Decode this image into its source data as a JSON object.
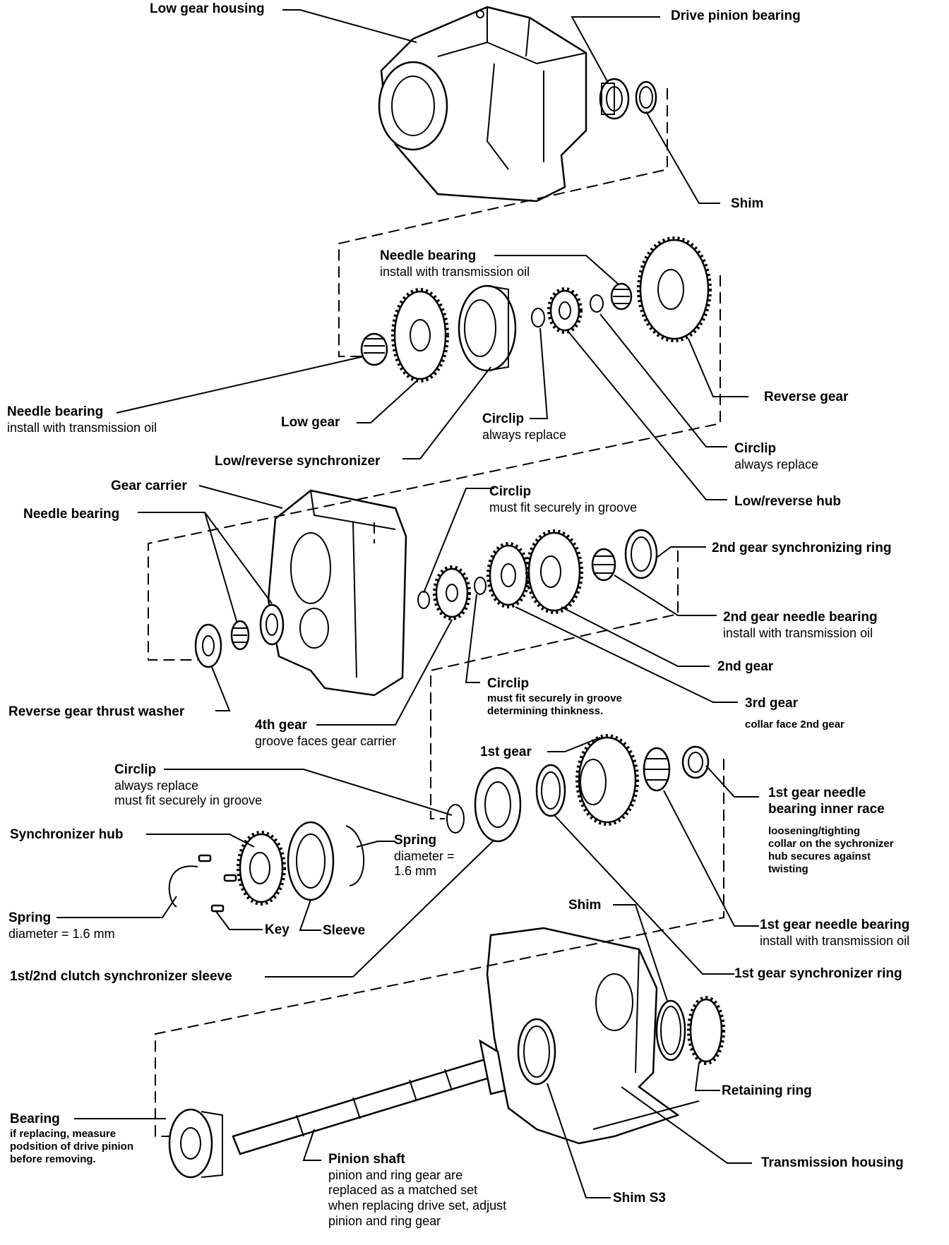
{
  "labels": [
    {
      "id": "low-gear-housing",
      "title": "Low gear housing",
      "note": ""
    },
    {
      "id": "drive-pinion-bearing",
      "title": "Drive pinion bearing",
      "note": ""
    },
    {
      "id": "shim-top",
      "title": "Shim",
      "note": ""
    },
    {
      "id": "needle-bearing-top",
      "title": "Needle bearing",
      "note": "install with transmission oil"
    },
    {
      "id": "needle-bearing-left",
      "title": "Needle bearing",
      "note": "install with transmission oil"
    },
    {
      "id": "low-gear",
      "title": "Low gear",
      "note": ""
    },
    {
      "id": "circlip-1",
      "title": "Circlip",
      "note": "always replace"
    },
    {
      "id": "reverse-gear",
      "title": "Reverse gear",
      "note": ""
    },
    {
      "id": "circlip-2",
      "title": "Circlip",
      "note": "always replace"
    },
    {
      "id": "low-reverse-synchronizer",
      "title": "Low/reverse synchronizer",
      "note": ""
    },
    {
      "id": "low-reverse-hub",
      "title": "Low/reverse hub",
      "note": ""
    },
    {
      "id": "gear-carrier",
      "title": "Gear carrier",
      "note": ""
    },
    {
      "id": "circlip-3",
      "title": "Circlip",
      "note": "must fit securely in groove"
    },
    {
      "id": "needle-bearing-carrier",
      "title": "Needle bearing",
      "note": ""
    },
    {
      "id": "2nd-gear-sync-ring",
      "title": "2nd gear synchronizing ring",
      "note": ""
    },
    {
      "id": "2nd-gear-needle-bearing",
      "title": "2nd gear needle bearing",
      "note": "install with transmission oil"
    },
    {
      "id": "2nd-gear",
      "title": "2nd gear",
      "note": ""
    },
    {
      "id": "circlip-4",
      "title": "Circlip",
      "note_lines": [
        "must fit securely in groove",
        "determining thinkness."
      ]
    },
    {
      "id": "3rd-gear",
      "title": "3rd gear",
      "note": ""
    },
    {
      "id": "3rd-gear-note",
      "title": "",
      "note": "collar face 2nd gear"
    },
    {
      "id": "reverse-gear-thrust-washer",
      "title": "Reverse gear thrust washer",
      "note": ""
    },
    {
      "id": "4th-gear",
      "title": "4th gear",
      "note": "groove faces gear carrier"
    },
    {
      "id": "1st-gear",
      "title": "1st gear",
      "note": ""
    },
    {
      "id": "circlip-5",
      "title": "Circlip",
      "note_lines": [
        "always replace",
        "must fit securely in groove"
      ]
    },
    {
      "id": "1st-gear-needle-bearing-inner-race",
      "title_lines": [
        "1st gear needle",
        "bearing inner race"
      ],
      "note_lines": [
        "loosening/tighting",
        "collar on the sychronizer",
        "hub secures against",
        "twisting"
      ]
    },
    {
      "id": "synchronizer-hub",
      "title": "Synchronizer hub",
      "note": ""
    },
    {
      "id": "spring-right",
      "title": "Spring",
      "note_lines": [
        "diameter =",
        "1.6 mm"
      ]
    },
    {
      "id": "spring-left",
      "title": "Spring",
      "note": "diameter = 1.6 mm"
    },
    {
      "id": "key",
      "title": "Key",
      "note": ""
    },
    {
      "id": "sleeve",
      "title": "Sleeve",
      "note": ""
    },
    {
      "id": "shim-mid",
      "title": "Shim",
      "note": ""
    },
    {
      "id": "1st-gear-needle-bearing",
      "title": "1st gear needle bearing",
      "note": "install with transmission oil"
    },
    {
      "id": "1st-2nd-clutch-sync-sleeve",
      "title": "1st/2nd clutch synchronizer sleeve",
      "note": ""
    },
    {
      "id": "1st-gear-sync-ring",
      "title": "1st gear synchronizer ring",
      "note": ""
    },
    {
      "id": "retaining-ring",
      "title": "Retaining ring",
      "note": ""
    },
    {
      "id": "bearing",
      "title": "Bearing",
      "note_lines": [
        "if replacing, measure",
        "podsition of drive pinion",
        "before removing."
      ]
    },
    {
      "id": "pinion-shaft",
      "title": "Pinion shaft",
      "note_lines": [
        "pinion and ring gear are",
        "replaced as a matched set",
        "when replacing drive set, adjust",
        "pinion and ring gear"
      ]
    },
    {
      "id": "transmission-housing",
      "title": "Transmission housing",
      "note": ""
    },
    {
      "id": "shim-s3",
      "title": "Shim S3",
      "note": ""
    }
  ]
}
